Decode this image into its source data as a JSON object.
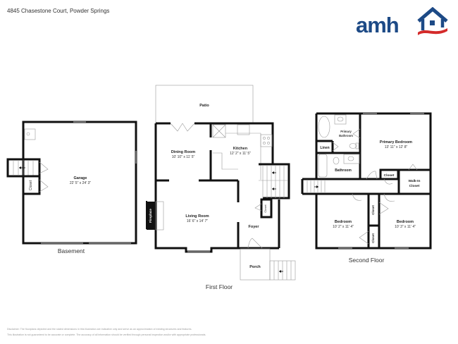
{
  "header": {
    "address": "4845 Chasestone Court, Powder Springs",
    "logo": {
      "text": "amh",
      "brand_color": "#1d4a86",
      "accent_color": "#d42a2a",
      "icon": "house-roof-icon"
    }
  },
  "floors": [
    {
      "name": "Basement",
      "rooms": [
        {
          "name": "Garage",
          "dimensions": "22' 5\" x 24' 3\""
        },
        {
          "name": "Closet",
          "dimensions": ""
        }
      ]
    },
    {
      "name": "First Floor",
      "rooms": [
        {
          "name": "Patio",
          "dimensions": ""
        },
        {
          "name": "Dining Room",
          "dimensions": "10' 10\" x 11' 5\""
        },
        {
          "name": "Kitchen",
          "dimensions": "12' 2\" x 11' 5\""
        },
        {
          "name": "Living Room",
          "dimensions": "16' 6\" x 14' 7\""
        },
        {
          "name": "Fireplace",
          "dimensions": ""
        },
        {
          "name": "Closet",
          "dimensions": ""
        },
        {
          "name": "Foyer",
          "dimensions": ""
        },
        {
          "name": "Porch",
          "dimensions": ""
        }
      ]
    },
    {
      "name": "Second Floor",
      "rooms": [
        {
          "name": "Primary Bathroom",
          "line1": "Primary",
          "line2": "Bathroom",
          "dimensions": ""
        },
        {
          "name": "Primary Bedroom",
          "dimensions": "13' 11\" x 12' 8\""
        },
        {
          "name": "Linen",
          "dimensions": ""
        },
        {
          "name": "Bathroom",
          "dimensions": ""
        },
        {
          "name": "Closet",
          "dimensions": ""
        },
        {
          "name": "Walk-In Closet",
          "line1": "Walk-In",
          "line2": "Closet",
          "dimensions": ""
        },
        {
          "name": "Bedroom",
          "dimensions": "10' 2\" x 11' 4\""
        },
        {
          "name": "Bedroom",
          "dimensions": "10' 3\" x 11' 4\""
        },
        {
          "name": "Closet",
          "dimensions": ""
        },
        {
          "name": "Closet",
          "dimensions": ""
        }
      ]
    }
  ],
  "footer": {
    "disclaimer_line1": "Disclaimer: The floorplans depicted and the stated dimensions in this illustration are indicative only and serve as an approximation of existing structures and features.",
    "disclaimer_line2": "This illustration is not guaranteed to be accurate or complete. The accuracy of all information should be verified through personal inspection and/or with appropriate professionals."
  }
}
